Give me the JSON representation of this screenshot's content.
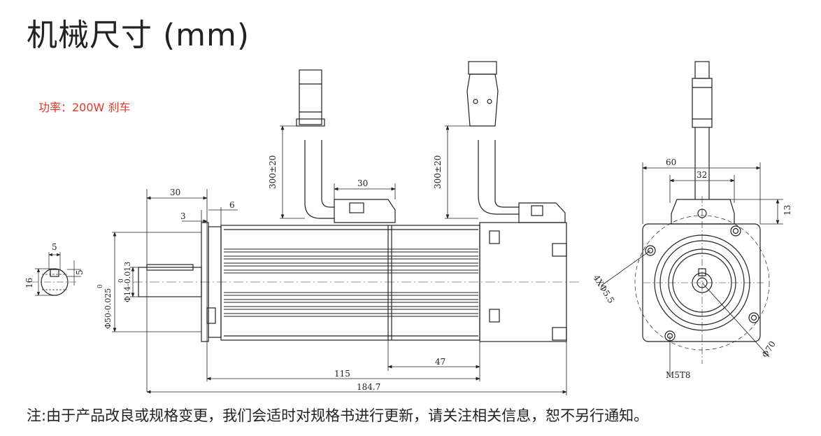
{
  "header": {
    "title": "机械尺寸 (mm)"
  },
  "spec": {
    "power_label": "功率：200W 刹车"
  },
  "dims": {
    "shaft_len": "30",
    "shoulder": "3",
    "flange": "6",
    "cable1": "300±20",
    "cable2": "300±20",
    "conn_w": "30",
    "body_len": "115",
    "brake_len": "47",
    "total_len": "184.7",
    "key_w": "5",
    "key_h": "5",
    "shaft_h": "16",
    "pilot_dia": "Φ50-0.025",
    "pilot_tol": "0",
    "shaft_dia": "Φ14-0.013",
    "shaft_tol": "0",
    "flange_sq": "60",
    "hole_span": "32",
    "conn_h": "13",
    "holes": "4XΦ5.5",
    "pcd": "Φ70",
    "thread": "M5T8"
  },
  "footer": {
    "note": "注:由于产品改良或规格变更，我们会适时对规格书进行更新，请关注相关信息，恕不另行通知。"
  }
}
